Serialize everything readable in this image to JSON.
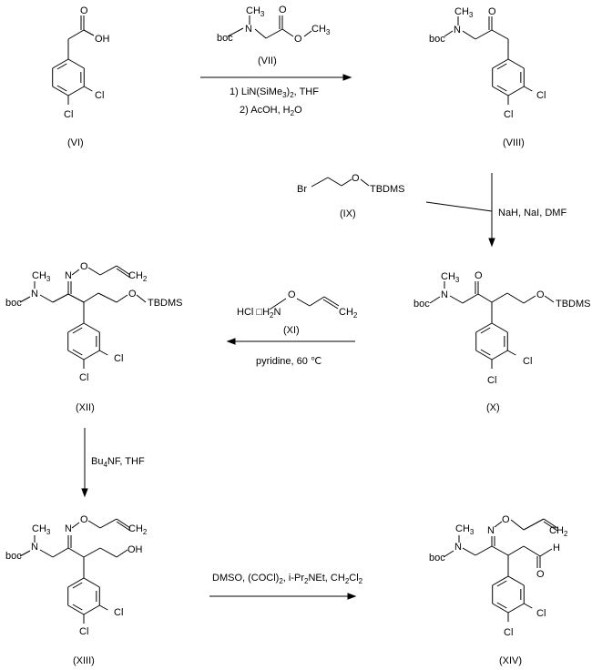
{
  "compounds": {
    "VI": {
      "label": "(VI)",
      "atoms": {
        "O": "O",
        "OH": "OH",
        "Cl1": "Cl",
        "Cl2": "Cl"
      }
    },
    "VII": {
      "label": "(VII)",
      "atoms": {
        "boc": "boc",
        "N": "N",
        "CH": "CH",
        "CH3sub": "3",
        "O1": "O",
        "O2": "O"
      }
    },
    "VIII": {
      "label": "(VIII)",
      "atoms": {
        "boc": "boc",
        "N": "N",
        "CH": "CH",
        "CH3sub": "3",
        "O": "O",
        "Cl1": "Cl",
        "Cl2": "Cl"
      }
    },
    "IX": {
      "label": "(IX)",
      "atoms": {
        "Br": "Br",
        "O": "O",
        "TBDMS": "TBDMS"
      }
    },
    "X": {
      "label": "(X)",
      "atoms": {
        "boc": "boc",
        "N": "N",
        "CH": "CH",
        "CH3sub": "3",
        "O": "O",
        "O2": "O",
        "TBDMS": "TBDMS",
        "Cl1": "Cl",
        "Cl2": "Cl"
      }
    },
    "XI": {
      "label": "(XI)",
      "atoms": {
        "HCl": "HCl",
        "dot": "□",
        "H": "H",
        "H2sub": "2",
        "N": "N",
        "O": "O",
        "CH2": "CH",
        "CH2sub": "2"
      }
    },
    "XII": {
      "label": "(XII)",
      "atoms": {
        "boc": "boc",
        "N": "N",
        "CH": "CH",
        "CH3sub": "3",
        "N2": "N",
        "O": "O",
        "CH2": "CH",
        "CH2sub": "2",
        "O2": "O",
        "TBDMS": "TBDMS",
        "Cl1": "Cl",
        "Cl2": "Cl"
      }
    },
    "XIII": {
      "label": "(XIII)",
      "atoms": {
        "boc": "boc",
        "N": "N",
        "CH": "CH",
        "CH3sub": "3",
        "N2": "N",
        "O": "O",
        "CH2": "CH",
        "CH2sub": "2",
        "OH": "OH",
        "Cl1": "Cl",
        "Cl2": "Cl"
      }
    },
    "XIV": {
      "label": "(XIV)",
      "atoms": {
        "boc": "boc",
        "N": "N",
        "CH": "CH",
        "CH3sub": "3",
        "N2": "N",
        "O": "O",
        "CH2": "CH",
        "CH2sub": "2",
        "H": "H",
        "O3": "O",
        "Cl1": "Cl",
        "Cl2": "Cl"
      }
    }
  },
  "reactions": {
    "step1": {
      "line1_a": "1) LiN(SiMe",
      "line1_sub": "3",
      "line1_b": ")",
      "line1_sub2": "2",
      "line1_c": ", THF",
      "line2_a": "2) AcOH, H",
      "line2_sub": "2",
      "line2_b": "O"
    },
    "step2": {
      "conditions": "NaH, NaI, DMF"
    },
    "step3": {
      "conditions": "pyridine, 60 ℃"
    },
    "step4": {
      "a": "Bu",
      "sub": "4",
      "b": "NF, THF"
    },
    "step5": {
      "a": "DMSO, (COCl)",
      "sub1": "2",
      "b": ", i-Pr",
      "sub2": "2",
      "c": "NEt, CH",
      "sub3": "2",
      "d": "Cl",
      "sub4": "2"
    }
  }
}
